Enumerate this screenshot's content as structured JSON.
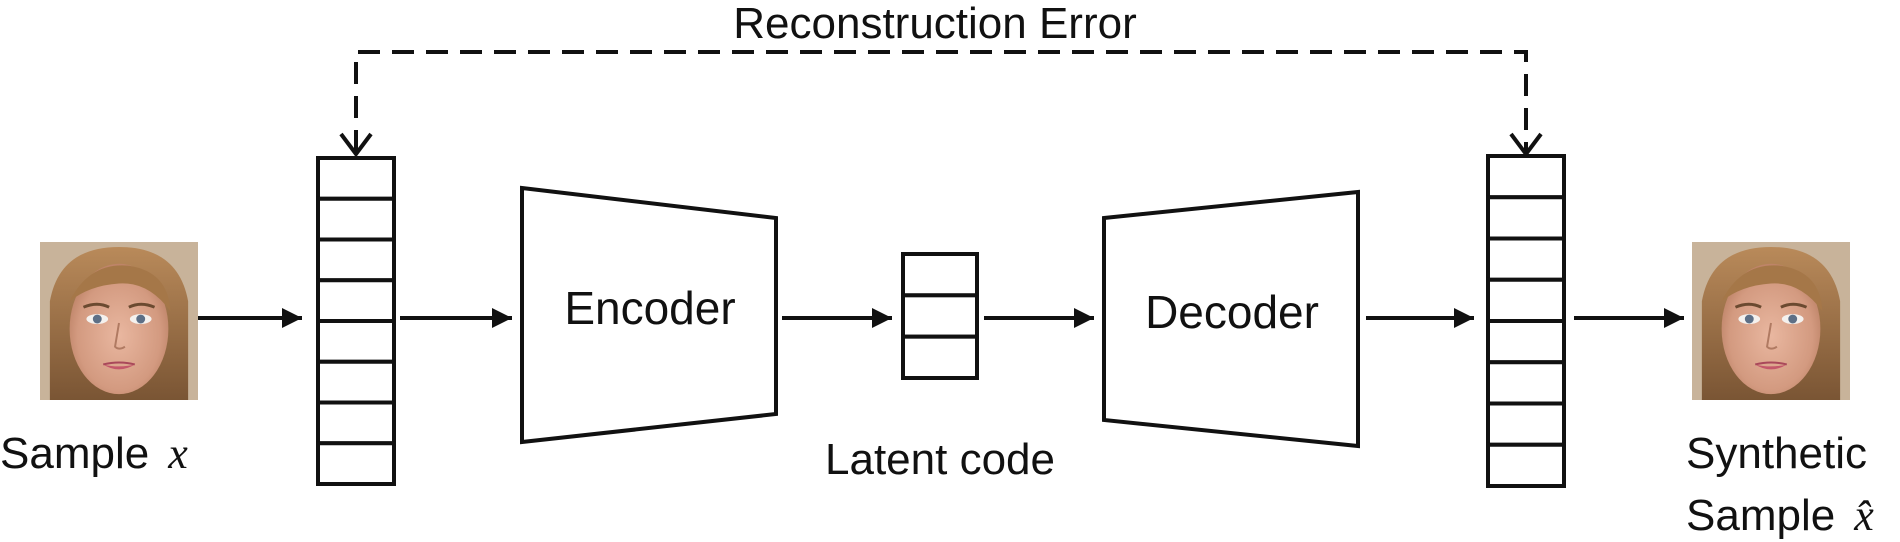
{
  "diagram": {
    "feedback_label": "Reconstruction Error",
    "input": {
      "label": "Sample",
      "variable": "x",
      "image": "face-photo"
    },
    "encoder_label": "Encoder",
    "latent_label": "Latent code",
    "decoder_label": "Decoder",
    "output": {
      "label_line1": "Synthetic",
      "label_line2": "Sample",
      "variable": "x̂",
      "image": "face-photo"
    },
    "input_vector_cells": 8,
    "latent_vector_cells": 3,
    "output_vector_cells": 8
  }
}
